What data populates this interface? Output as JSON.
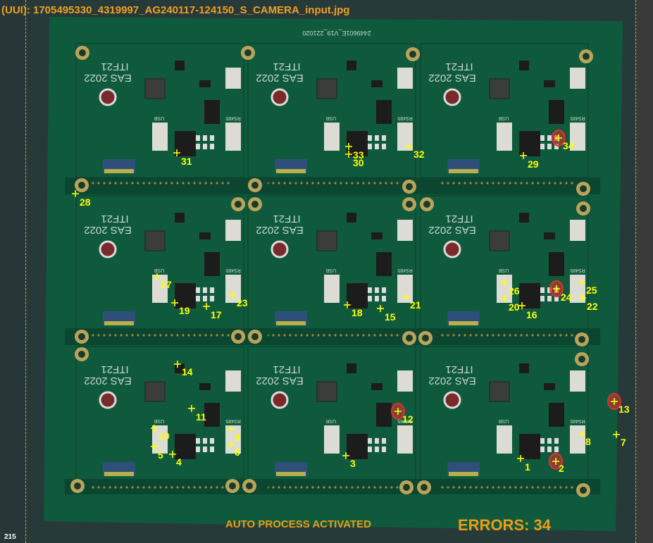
{
  "window": {
    "title": "(UUI): 1705495330_4319997_AG240117-124150_S_CAMERA_input.jpg"
  },
  "board": {
    "serial": "2449601E_V19_221020",
    "unit_labels": {
      "brand": "ITF21",
      "year": "EAS 2022",
      "usb": "USB",
      "rs485": "RS485"
    },
    "colors": {
      "pcb": "#0f5a3d",
      "pcb_dark": "#0b4630",
      "pad": "#b8a45a",
      "marker": "#ffff00",
      "error_ring": "#e03030"
    }
  },
  "status": {
    "mode_text": "AUTO PROCESS ACTIVATED",
    "errors_text": "ERRORS: 34",
    "frame_counter": "215"
  },
  "defects": [
    {
      "id": "1",
      "label": "1"
    },
    {
      "id": "2",
      "label": "2"
    },
    {
      "id": "3",
      "label": "3"
    },
    {
      "id": "4",
      "label": "4"
    },
    {
      "id": "5",
      "label": "5"
    },
    {
      "id": "6",
      "label": "6"
    },
    {
      "id": "7",
      "label": "7"
    },
    {
      "id": "8",
      "label": "8"
    },
    {
      "id": "9",
      "label": "9"
    },
    {
      "id": "10",
      "label": "10"
    },
    {
      "id": "11",
      "label": "11"
    },
    {
      "id": "12",
      "label": "12"
    },
    {
      "id": "13",
      "label": "13"
    },
    {
      "id": "14",
      "label": "14"
    },
    {
      "id": "15",
      "label": "15"
    },
    {
      "id": "16",
      "label": "16"
    },
    {
      "id": "17",
      "label": "17"
    },
    {
      "id": "18",
      "label": "18"
    },
    {
      "id": "19",
      "label": "19"
    },
    {
      "id": "20",
      "label": "20"
    },
    {
      "id": "21",
      "label": "21"
    },
    {
      "id": "22",
      "label": "22"
    },
    {
      "id": "23",
      "label": "23"
    },
    {
      "id": "24",
      "label": "24"
    },
    {
      "id": "25",
      "label": "25"
    },
    {
      "id": "26",
      "label": "26"
    },
    {
      "id": "27",
      "label": "27"
    },
    {
      "id": "28",
      "label": "28"
    },
    {
      "id": "29",
      "label": "29"
    },
    {
      "id": "30",
      "label": "30"
    },
    {
      "id": "31",
      "label": "31"
    },
    {
      "id": "32",
      "label": "32"
    },
    {
      "id": "33",
      "label": "33"
    },
    {
      "id": "34",
      "label": "34"
    }
  ],
  "highlighted_defects": [
    "2",
    "12",
    "13",
    "24",
    "34"
  ]
}
